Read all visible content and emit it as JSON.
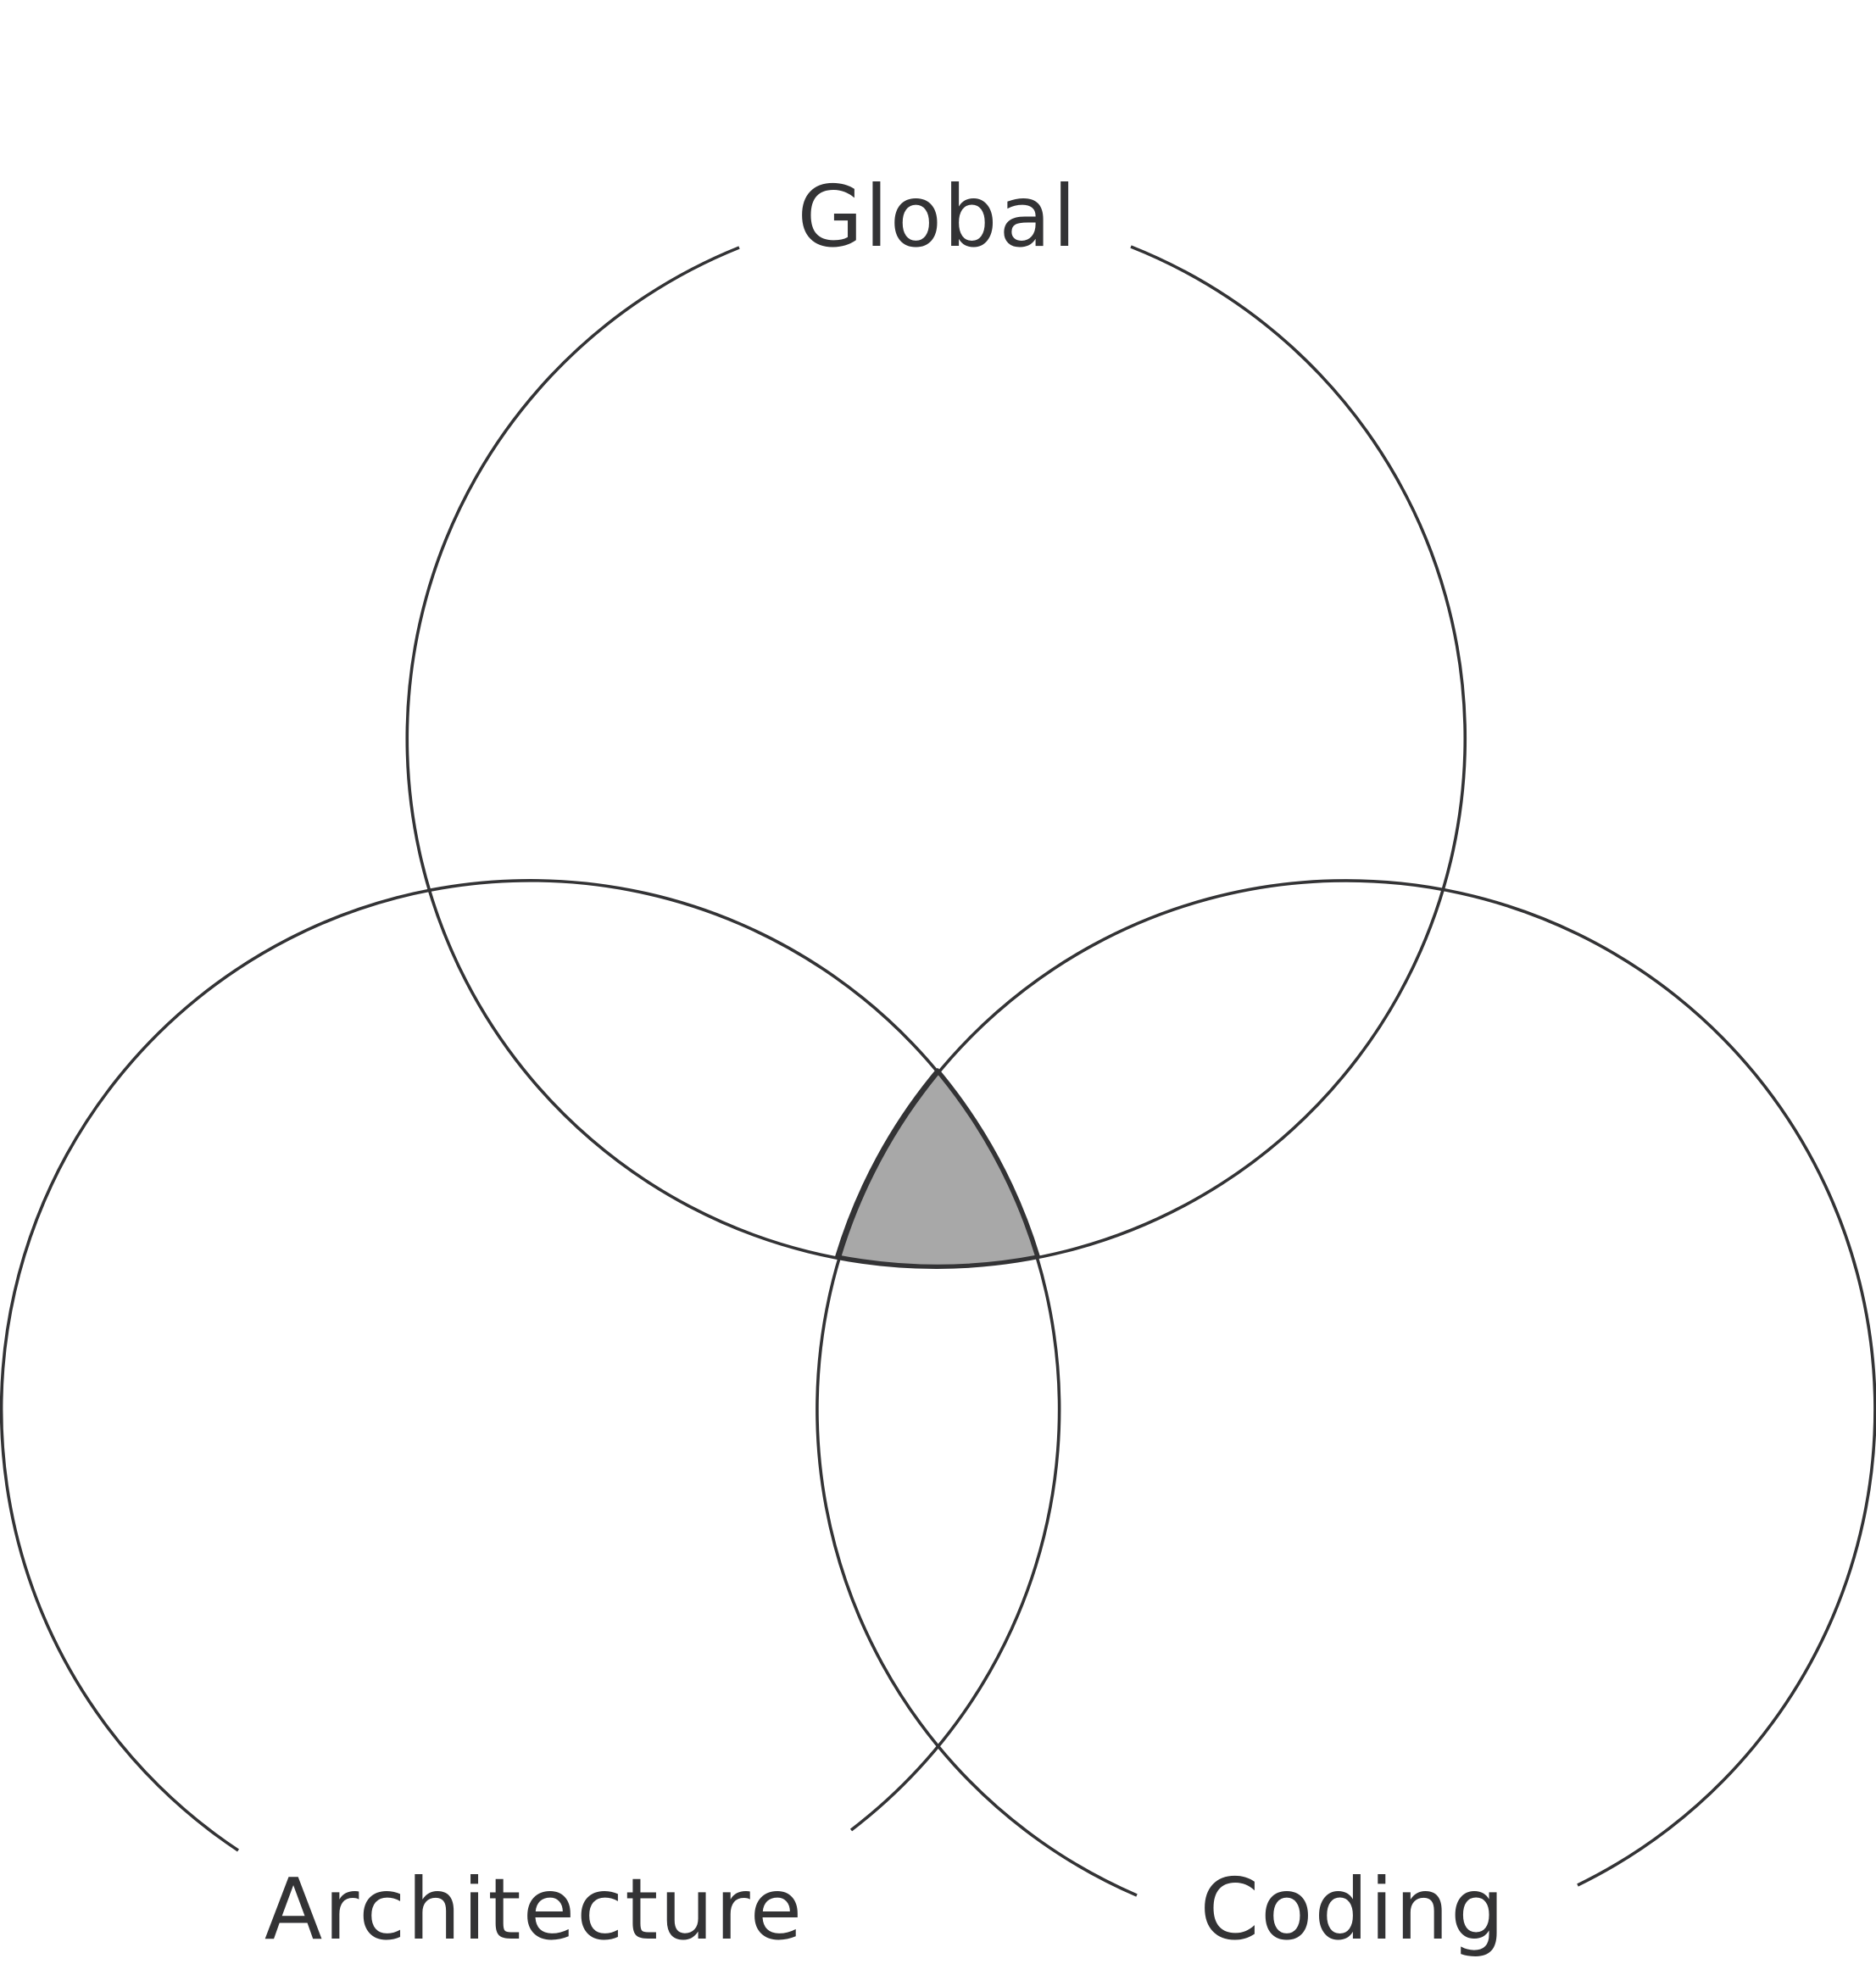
{
  "diagram": {
    "type": "venn",
    "sets": [
      {
        "id": "global",
        "label": "Global"
      },
      {
        "id": "architecture",
        "label": "Architecture"
      },
      {
        "id": "coding",
        "label": "Coding"
      }
    ],
    "highlighted_region": [
      "global",
      "architecture",
      "coding"
    ],
    "colors": {
      "stroke": "#333335",
      "label": "#333335",
      "highlight_fill": "#a8a8a8",
      "background": "#ffffff"
    }
  }
}
